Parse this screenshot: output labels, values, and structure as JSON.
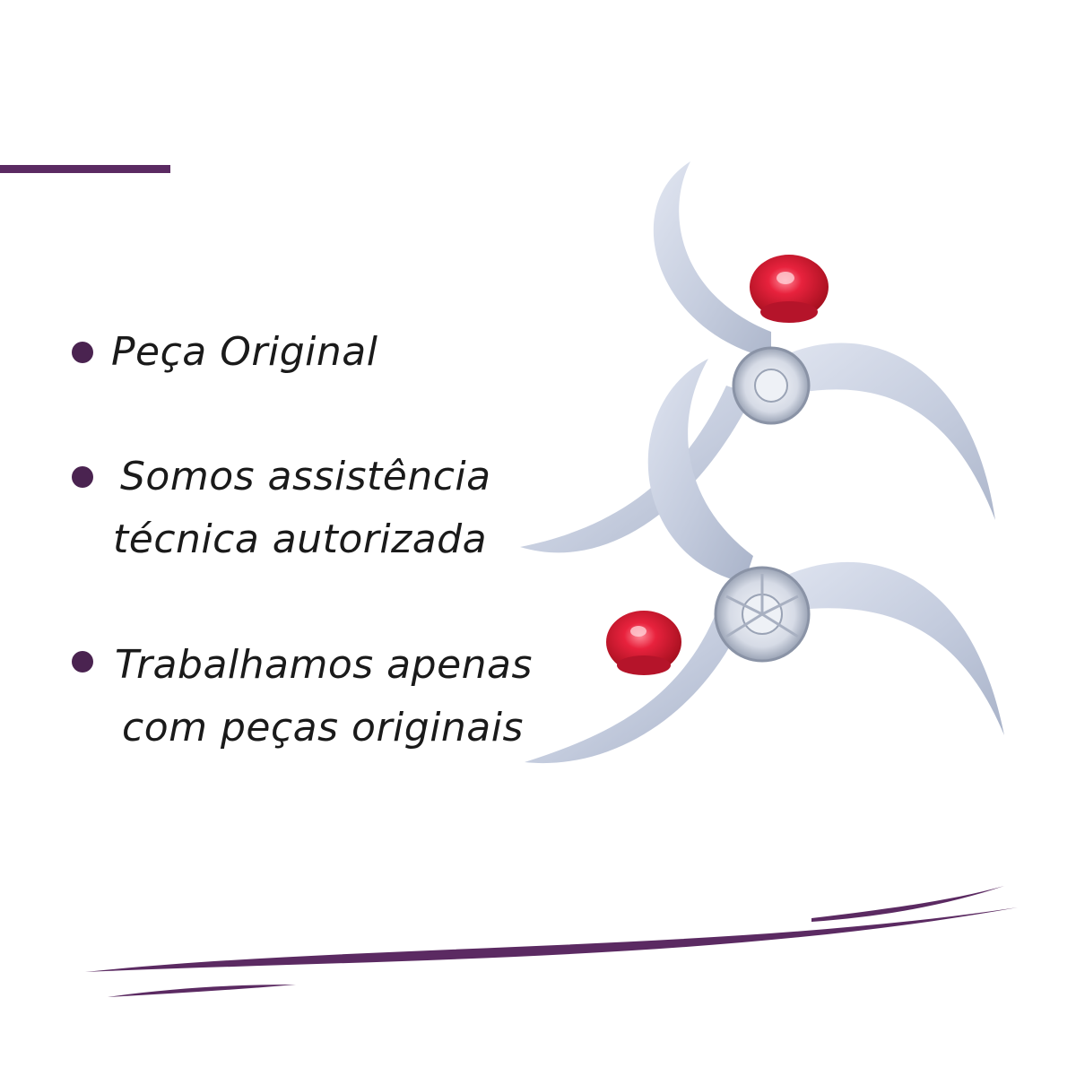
{
  "bullets": [
    {
      "lines": [
        "Peça Original"
      ]
    },
    {
      "lines": [
        "Somos assistência",
        "técnica autorizada"
      ]
    },
    {
      "lines": [
        "Trabalhamos apenas",
        "com peças originais"
      ]
    }
  ],
  "colors": {
    "accent": "#5b2a62",
    "bullet": "#4a2350",
    "text": "#1a1a1a",
    "blade": "#c9d1e3",
    "hub_cap": "#e01f3a"
  },
  "icons": {
    "product": "fan-blade-icon",
    "cap": "spinner-cap-icon"
  }
}
